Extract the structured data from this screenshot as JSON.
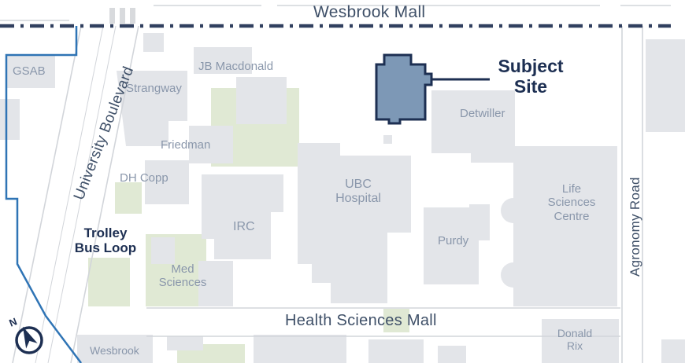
{
  "streets": {
    "wesbrook_mall": "Wesbrook Mall",
    "university_boulevard": "University Boulevard",
    "health_sciences_mall": "Health Sciences Mall",
    "agronomy_road": "Agronomy Road"
  },
  "annotations": {
    "subject_site": "Subject\nSite",
    "trolley_bus_loop": "Trolley\nBus Loop",
    "north_indicator": "N"
  },
  "buildings": {
    "gsab": "GSAB",
    "strangway": "Strangway",
    "jb_macdonald": "JB Macdonald",
    "friedman": "Friedman",
    "dh_copp": "DH Copp",
    "irc": "IRC",
    "med_sciences": "Med\nSciences",
    "ubc_hospital": "UBC\nHospital",
    "detwiller": "Detwiller",
    "purdy": "Purdy",
    "life_sciences_centre": "Life\nSciences\nCentre",
    "donald_rix": "Donald\nRix",
    "wesbrook": "Wesbrook"
  },
  "colors": {
    "navy_accent": "#1d2f52",
    "street_label": "#3f5068",
    "building_label": "#8a97ab",
    "building_fill": "#e3e5e9",
    "green_fill": "#e0e9d4",
    "road_line": "#d2d5da",
    "boundary_blue": "#2f74b5",
    "subject_site_fill": "#7d98b6"
  }
}
